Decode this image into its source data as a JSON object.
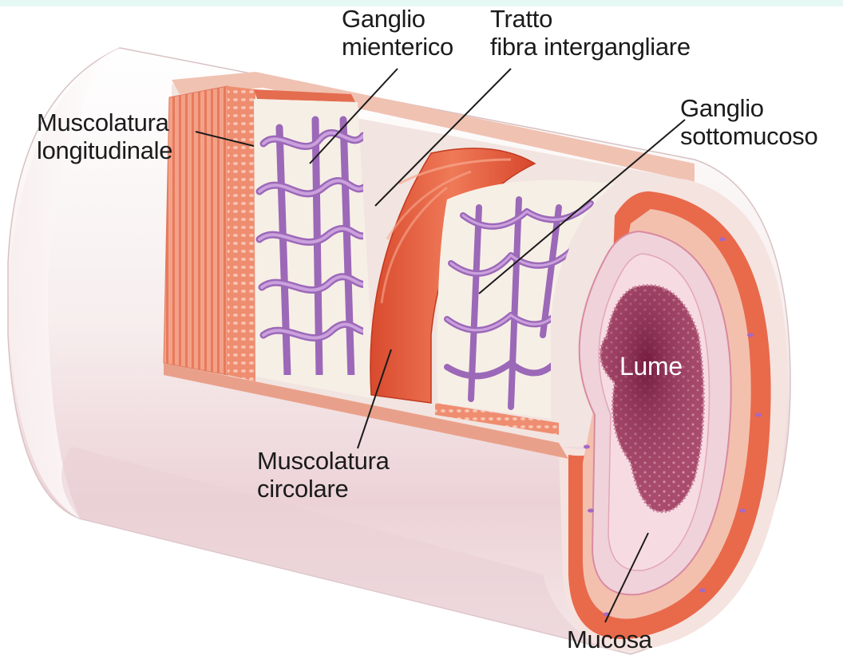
{
  "colors": {
    "top_band": "#e6f8f3",
    "serosa": "#f6ecea",
    "muscle": "#e4603f",
    "muscle_light": "#f4a98f",
    "plexus": "#b986cf",
    "plexus_stroke": "#8c57a8",
    "mucosa": "#f2c6cf",
    "lumen": "#8e2b52"
  },
  "labels": {
    "muscolatura_longitudinale": [
      "Muscolatura",
      "longitudinale"
    ],
    "ganglio_mienterico": [
      "Ganglio",
      "mienterico"
    ],
    "tratto_fibra": [
      "Tratto",
      "fibra intergangliare"
    ],
    "ganglio_sottomucoso": [
      "Ganglio",
      "sottomucoso"
    ],
    "muscolatura_circolare": [
      "Muscolatura",
      "circolare"
    ],
    "lume": "Lume",
    "mucosa": "Mucosa"
  }
}
